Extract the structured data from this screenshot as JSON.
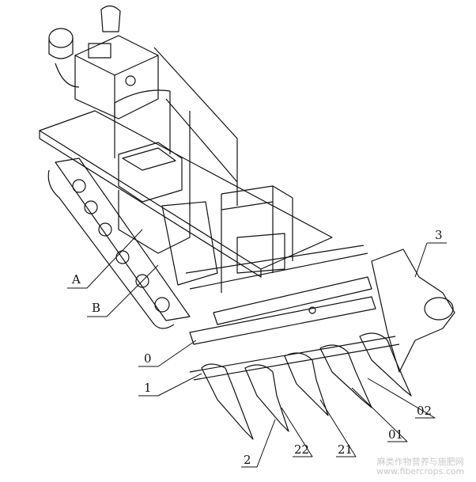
{
  "labels": {
    "A": "A",
    "B": "B",
    "l0": "0",
    "l1": "1",
    "l2": "2",
    "l22": "22",
    "l21": "21",
    "l01": "01",
    "l02": "02",
    "l3": "3"
  },
  "watermark": {
    "line1": "麻类作物营养与施肥网",
    "line2": "www.fibercrops.com"
  },
  "colors": {
    "line": "#111111",
    "watermark": "#c8c8c8"
  }
}
